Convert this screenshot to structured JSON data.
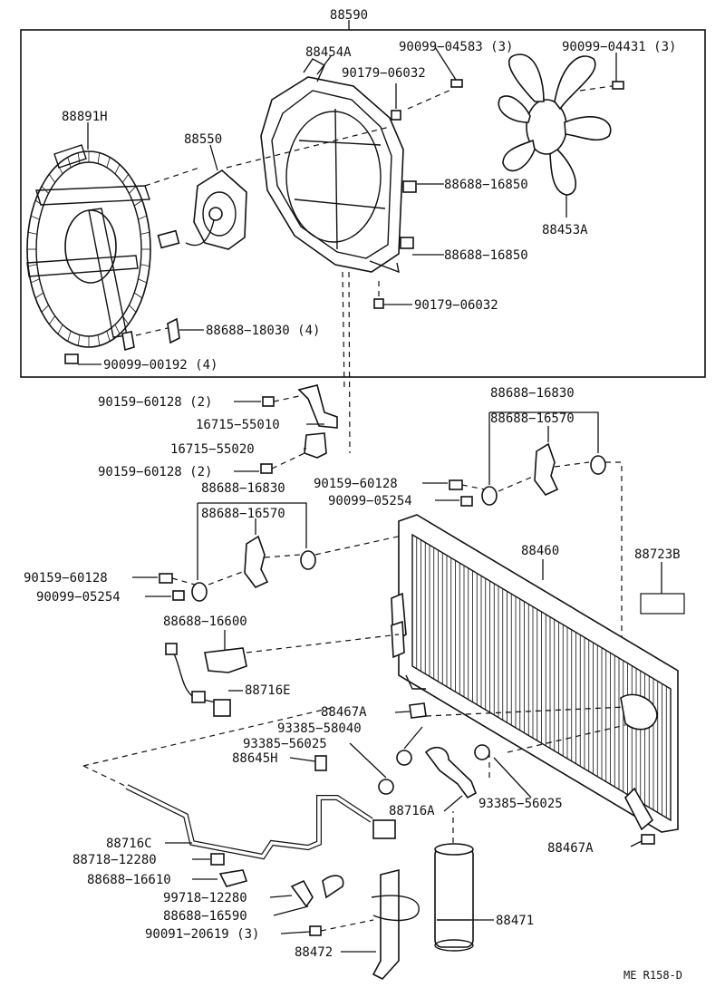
{
  "diagram": {
    "assembly_label": "88590",
    "figure_code": "ME R158-D",
    "labels": {
      "l88454A": "88454A",
      "l90099_04583": "90099−04583 (3)",
      "l90099_04431": "90099−04431 (3)",
      "l90179_06032a": "90179−06032",
      "l88891H": "88891H",
      "l88550": "88550",
      "l88688_16850a": "88688−16850",
      "l88453A": "88453A",
      "l88688_16850b": "88688−16850",
      "l90179_06032b": "90179−06032",
      "l88688_18030": "88688−18030 (4)",
      "l90099_00192": "90099−00192 (4)",
      "l90159_60128a": "90159−60128 (2)",
      "l16715_55010": "16715−55010",
      "l16715_55020": "16715−55020",
      "l90159_60128b": "90159−60128 (2)",
      "l88688_16830a": "88688−16830",
      "l88688_16570a": "88688−16570",
      "l90159_60128c": "90159−60128",
      "l90099_05254a": "90099−05254",
      "l88688_16830b": "88688−16830",
      "l88688_16570b": "88688−16570",
      "l88460": "88460",
      "l88723B": "88723B",
      "l90159_60128d": "90159−60128",
      "l90099_05254b": "90099−05254",
      "l88688_16600": "88688−16600",
      "l88716E": "88716E",
      "l88467Aa": "88467A",
      "l93385_58040": "93385−58040",
      "l93385_56025a": "93385−56025",
      "l88645H": "88645H",
      "l88716A": "88716A",
      "l93385_56025b": "93385−56025",
      "l88716C": "88716C",
      "l88718_12280": "88718−12280",
      "l88688_16610": "88688−16610",
      "l99718_12280": "99718−12280",
      "l88688_16590": "88688−16590",
      "l90091_20619": "90091−20619 (3)",
      "l88471": "88471",
      "l88472": "88472",
      "l88467Ab": "88467A"
    }
  }
}
